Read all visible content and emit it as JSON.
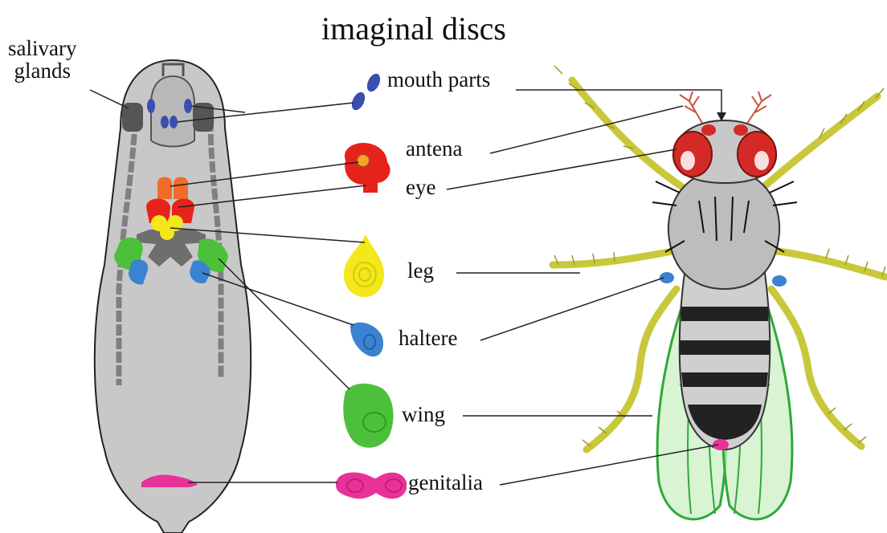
{
  "title": "imaginal discs",
  "labels": {
    "salivary_glands": [
      "salivary",
      "glands"
    ],
    "mouth_parts": "mouth parts",
    "antena": "antena",
    "eye": "eye",
    "leg": "leg",
    "haltere": "haltere",
    "wing": "wing",
    "genitalia": "genitalia"
  },
  "colors": {
    "larva_body": "#c8c8c8",
    "mouth_parts": "#3a4fb0",
    "antena_eye": "#e5231b",
    "leg": "#f2e81a",
    "haltere": "#3b82d0",
    "wing": "#4cc03a",
    "genitalia": "#e8329a",
    "fly_legs": "#c8c83a",
    "fly_wings": "#2fa83a"
  }
}
